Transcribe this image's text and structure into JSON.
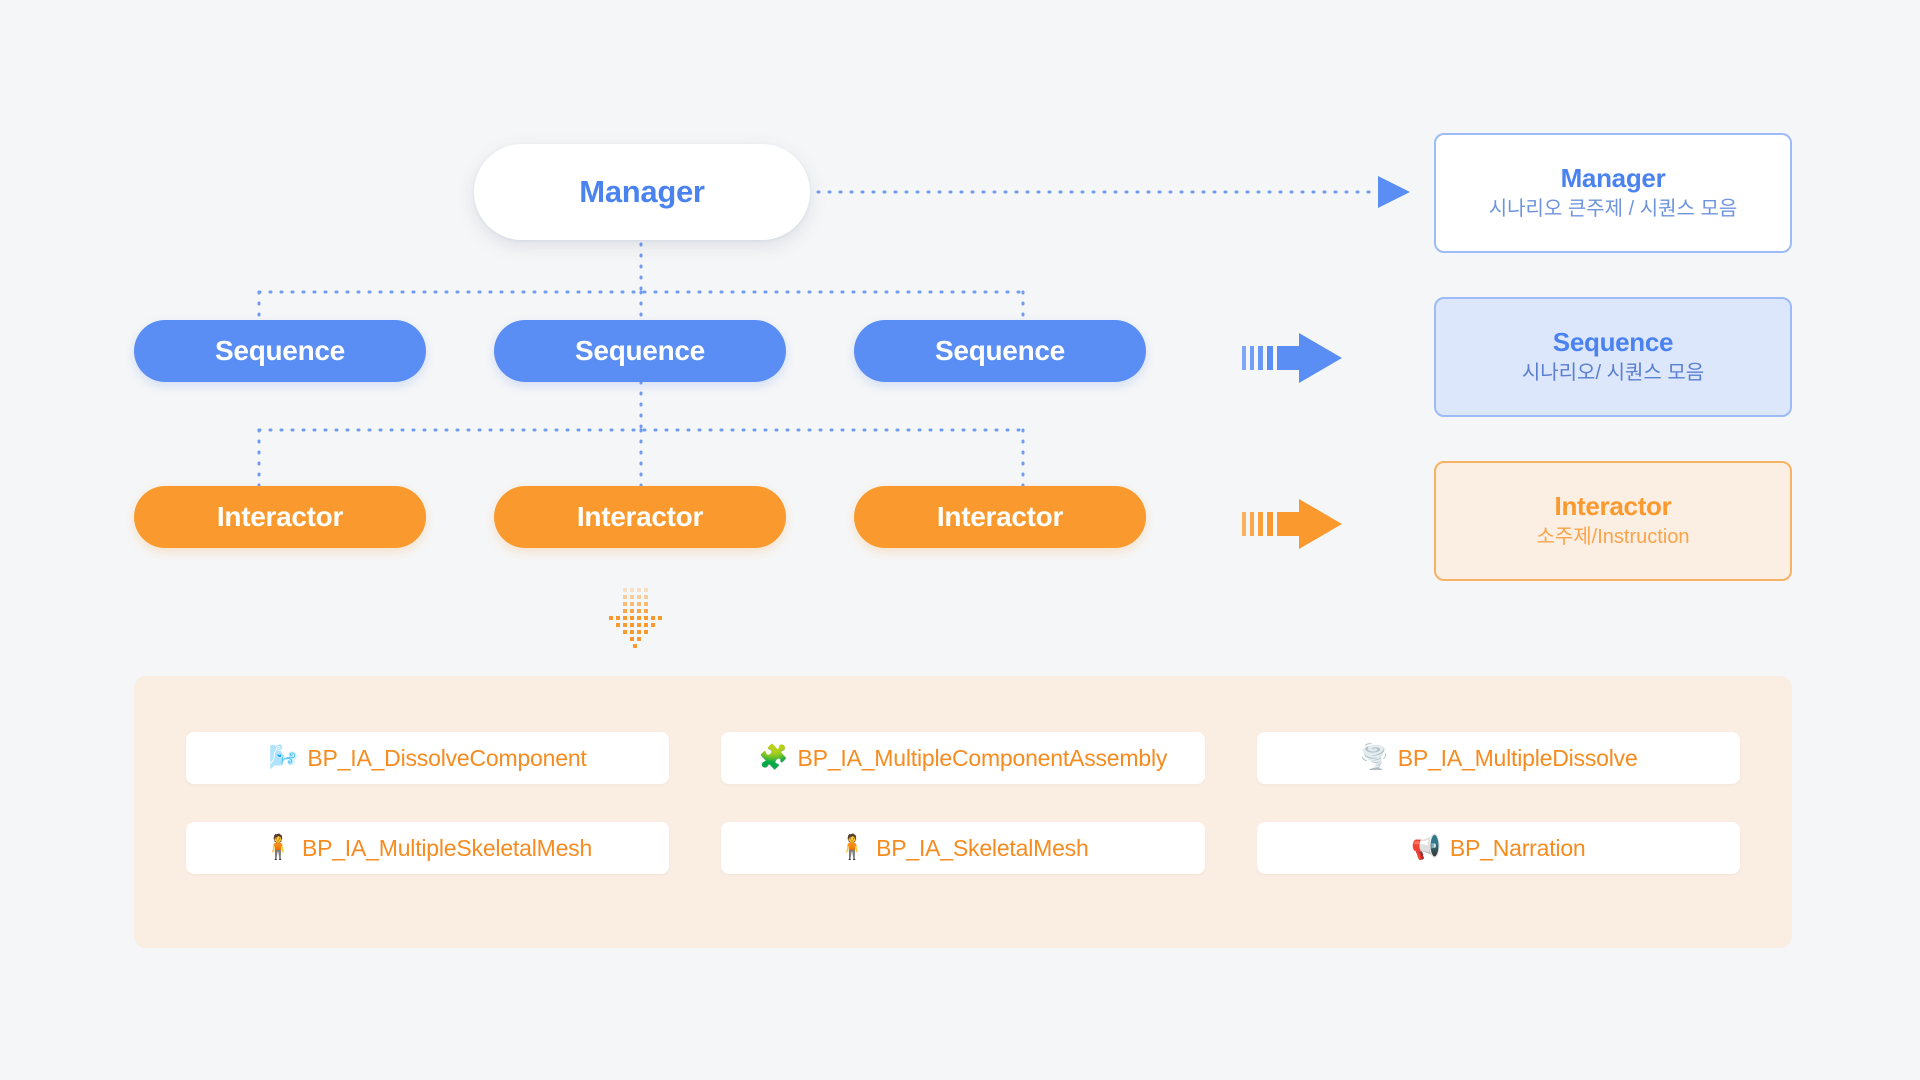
{
  "canvas": {
    "background_color": "#f5f6f7",
    "accent_blue": "#5b8ef4",
    "accent_orange": "#fa992e",
    "manager_text_color": "#4a82f0"
  },
  "diagram": {
    "root": {
      "label": "Manager"
    },
    "sequences": [
      {
        "label": "Sequence"
      },
      {
        "label": "Sequence"
      },
      {
        "label": "Sequence"
      }
    ],
    "interactors": [
      {
        "label": "Interactor"
      },
      {
        "label": "Interactor"
      },
      {
        "label": "Interactor"
      }
    ]
  },
  "legend": {
    "manager": {
      "title": "Manager",
      "subtitle": "시나리오 큰주제 / 시퀀스 모음",
      "fill": "#ffffff",
      "border": "#9dbcf7"
    },
    "sequence": {
      "title": "Sequence",
      "subtitle": "시나리오/ 시퀀스 모음",
      "fill": "#dde7fb",
      "border": "#9dbcf7"
    },
    "interactor": {
      "title": "Interactor",
      "subtitle": "소주제/Instruction",
      "fill": "#fbeee2",
      "border": "#f6b265"
    }
  },
  "blueprints": [
    {
      "emoji": "🌬️",
      "icon_name": "wind-face-icon",
      "label": "BP_IA_DissolveComponent"
    },
    {
      "emoji": "🧩",
      "icon_name": "puzzle-piece-icon",
      "label": "BP_IA_MultipleComponentAssembly"
    },
    {
      "emoji": "🌪️",
      "icon_name": "tornado-icon",
      "label": "BP_IA_MultipleDissolve"
    },
    {
      "emoji": "🧍",
      "icon_name": "person-standing-icon",
      "label": "BP_IA_MultipleSkeletalMesh"
    },
    {
      "emoji": "🧍",
      "icon_name": "person-standing-icon",
      "label": "BP_IA_SkeletalMesh"
    },
    {
      "emoji": "📢",
      "icon_name": "loudspeaker-icon",
      "label": "BP_Narration"
    }
  ]
}
